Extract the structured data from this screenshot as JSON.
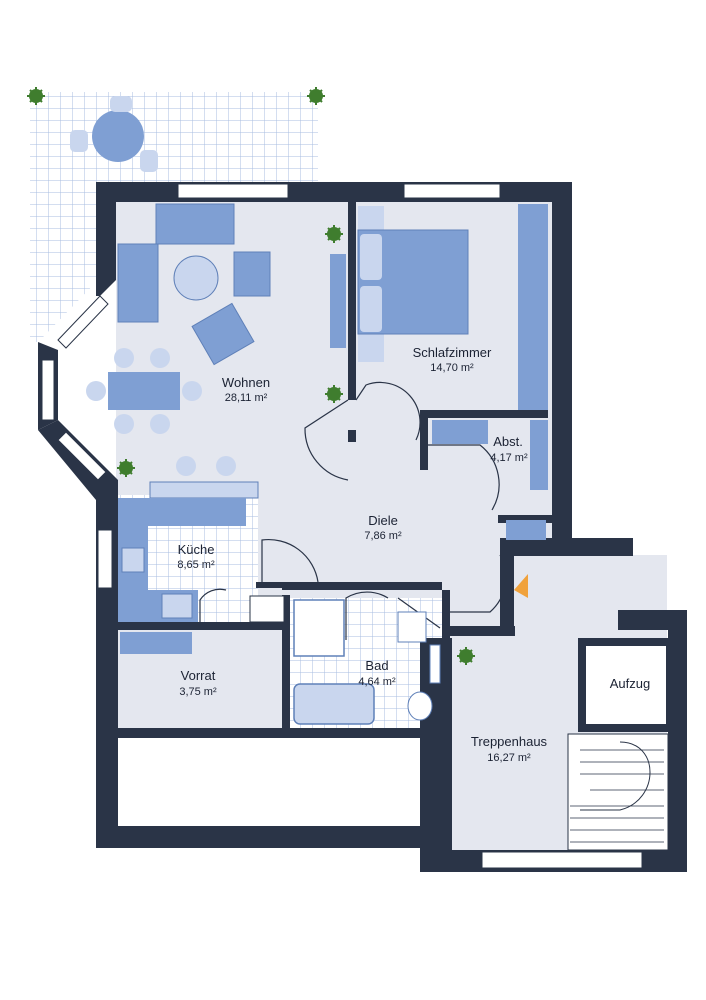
{
  "colors": {
    "wall": "#2a3447",
    "floor": "#e4e7ef",
    "tile": "#a9bde0",
    "tile_bg": "#ffffff",
    "furniture": "#7f9fd3",
    "furniture_dark": "#5f80b8",
    "furniture_light": "#c9d6ee",
    "door": "#2a3447",
    "plant": "#3f7d2e",
    "marker": "#f0a23c",
    "window": "#ffffff"
  },
  "rooms": [
    {
      "id": "wohnen",
      "name": "Wohnen",
      "area": "28,11 m²"
    },
    {
      "id": "schlafzimmer",
      "name": "Schlafzimmer",
      "area": "14,70 m²"
    },
    {
      "id": "abst",
      "name": "Abst.",
      "area": "4,17 m²"
    },
    {
      "id": "diele",
      "name": "Diele",
      "area": "7,86 m²"
    },
    {
      "id": "kueche",
      "name": "Küche",
      "area": "8,65 m²"
    },
    {
      "id": "vorrat",
      "name": "Vorrat",
      "area": "3,75 m²"
    },
    {
      "id": "bad",
      "name": "Bad",
      "area": "4,64 m²"
    },
    {
      "id": "aufzug",
      "name": "Aufzug",
      "area": ""
    },
    {
      "id": "treppenhaus",
      "name": "Treppenhaus",
      "area": "16,27 m²"
    }
  ],
  "icons": [
    "plant-icon",
    "entrance-marker-icon"
  ]
}
